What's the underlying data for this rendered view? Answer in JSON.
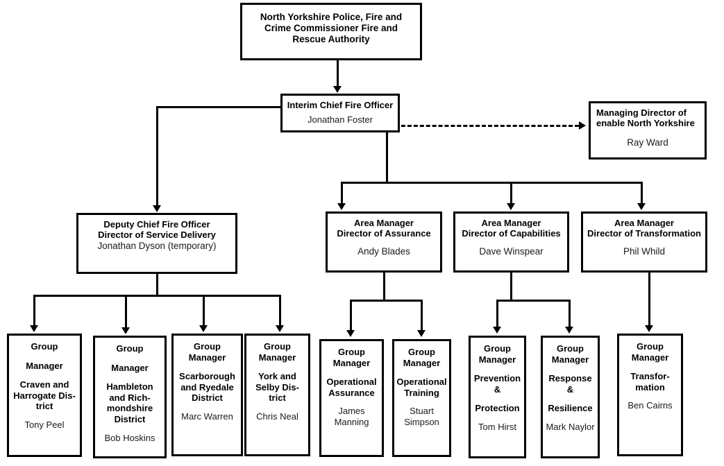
{
  "chart_data": {
    "type": "diagram",
    "title": "North Yorkshire Fire and Rescue Service organisational structure chart",
    "layout": "top-down organisational hierarchy with solid reporting lines and one dashed liaison line"
  },
  "nodes": {
    "authority": {
      "title": "North Yorkshire Police, Fire and Crime Commissioner Fire and Rescue Authority",
      "person": ""
    },
    "icfo": {
      "title": "Interim Chief Fire Officer",
      "person": "Jonathan Foster"
    },
    "managing_director": {
      "title": "Managing Director of enable North Yorkshire",
      "person": "Ray Ward"
    },
    "dcfo": {
      "title_line1": "Deputy Chief Fire Officer",
      "title_line2": "Director of Service Delivery",
      "person": "Jonathan Dyson (temporary)"
    },
    "assurance": {
      "title_line1": "Area Manager",
      "title_line2": "Director of Assurance",
      "person": "Andy Blades"
    },
    "capabilities": {
      "title_line1": "Area Manager",
      "title_line2": "Director of Capabilities",
      "person": "Dave Winspear"
    },
    "transformation": {
      "title_line1": "Area Manager",
      "title_line2": "Director of Transformation",
      "person": "Phil Whild"
    }
  },
  "group_managers": [
    {
      "role_line1": "Group",
      "role_line2": "Manager",
      "area_line1": "Craven and",
      "area_line2": "Harrogate Dis-",
      "area_line3": "trict",
      "person": "Tony Peel"
    },
    {
      "role_line1": "Group",
      "role_line2": "Manager",
      "area_line1": "Hambleton",
      "area_line2": "and Rich-",
      "area_line3": "mondshire",
      "area_line4": "District",
      "person": "Bob Hoskins"
    },
    {
      "role_line1": "Group",
      "role_line2": "Manager",
      "area_line1": "Scarborough",
      "area_line2": "and Ryedale",
      "area_line3": "District",
      "person": "Marc Warren"
    },
    {
      "role_line1": "Group",
      "role_line2": "Manager",
      "area_line1": "York and",
      "area_line2": "Selby Dis-",
      "area_line3": "trict",
      "person": "Chris Neal"
    },
    {
      "role_line1": "Group",
      "role_line2": "Manager",
      "area_line1": "Operational",
      "area_line2": "Assurance",
      "person_line1": "James",
      "person_line2": "Manning"
    },
    {
      "role_line1": "Group",
      "role_line2": "Manager",
      "area_line1": "Operational",
      "area_line2": "Training",
      "person_line1": "Stuart",
      "person_line2": "Simpson"
    },
    {
      "role_line1": "Group",
      "role_line2": "Manager",
      "area_line1": "Prevention &",
      "area_line2": "Protection",
      "person": "Tom Hirst"
    },
    {
      "role_line1": "Group",
      "role_line2": "Manager",
      "area_line1": "Response &",
      "area_line2": "Resilience",
      "person": "Mark Naylor"
    },
    {
      "role_line1": "Group",
      "role_line2": "Manager",
      "area_line1": "Transfor-",
      "area_line2": "mation",
      "person": "Ben Cairns"
    }
  ],
  "colors": {
    "line": "#000000",
    "box_border": "#000000",
    "background": "#ffffff",
    "text": "#000000"
  }
}
